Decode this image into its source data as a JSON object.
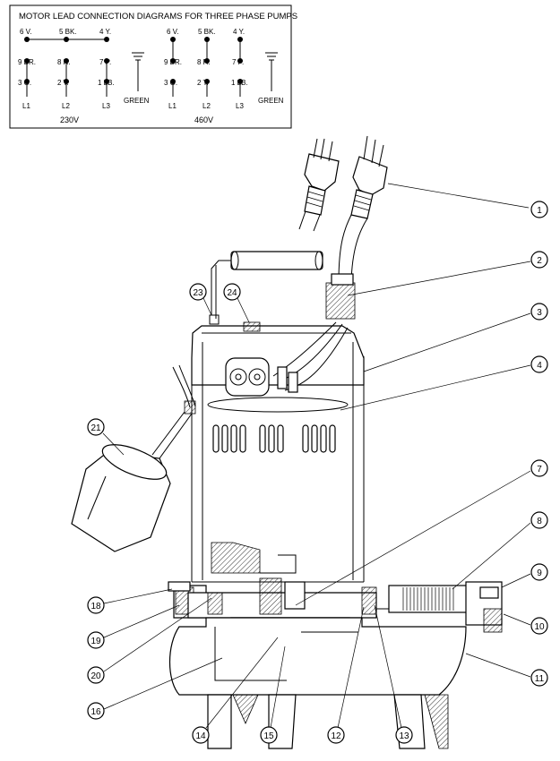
{
  "diagram": {
    "title": "MOTOR LEAD CONNECTION DIAGRAMS FOR THREE PHASE PUMPS",
    "wiring": [
      {
        "voltage": "230V",
        "top_row": [
          "6 V.",
          "5 BK.",
          "4 Y."
        ],
        "mid_row": [
          "9 BR.",
          "8 R.",
          "7 P."
        ],
        "low_row": [
          "3 O.",
          "2 T.",
          "1 LB."
        ],
        "lines": [
          "L1",
          "L2",
          "L3"
        ],
        "ground": "GREEN"
      },
      {
        "voltage": "460V",
        "top_row": [
          "6 V.",
          "5 BK.",
          "4 Y."
        ],
        "mid_row": [
          "9 BR.",
          "8 R.",
          "7 P."
        ],
        "low_row": [
          "3 O.",
          "2 T.",
          "1 LB."
        ],
        "lines": [
          "L1",
          "L2",
          "L3"
        ],
        "ground": "GREEN"
      }
    ],
    "callouts": [
      "1",
      "2",
      "3",
      "4",
      "7",
      "8",
      "9",
      "10",
      "11",
      "12",
      "13",
      "14",
      "15",
      "16",
      "18",
      "19",
      "20",
      "21",
      "23",
      "24"
    ]
  }
}
